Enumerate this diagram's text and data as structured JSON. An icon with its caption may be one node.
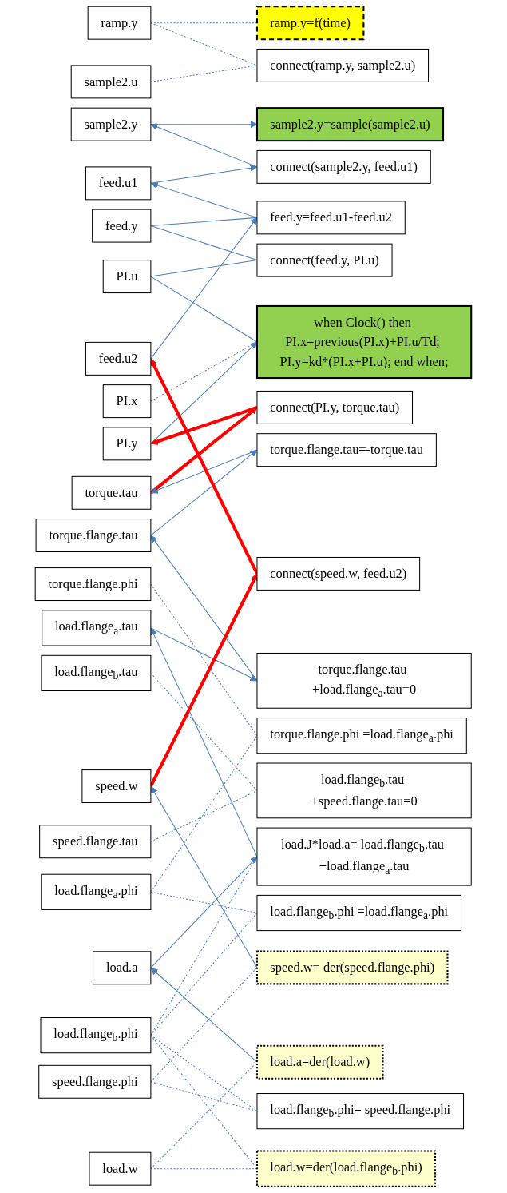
{
  "diagram": {
    "nodes": [
      {
        "text": [
          "ramp.y"
        ]
      },
      {
        "text": [
          "sample2.u"
        ]
      },
      {
        "text": [
          "sample2.y"
        ]
      },
      {
        "text": [
          "feed.u1"
        ]
      },
      {
        "text": [
          "feed.u2"
        ]
      },
      {
        "text": [
          "feed.y"
        ]
      },
      {
        "text": [
          "PI.u"
        ]
      },
      {
        "text": [
          "PI.x"
        ]
      },
      {
        "text": [
          "PI.y"
        ]
      },
      {
        "text": [
          "torque.tau"
        ]
      },
      {
        "text": [
          "torque.flange.tau"
        ]
      },
      {
        "text": [
          "torque.flange.phi"
        ]
      },
      {
        "text": [
          "load.flange$_{a}$.tau"
        ]
      },
      {
        "text": [
          "load.flange$_{a}$.phi"
        ]
      },
      {
        "text": [
          "load.flange$_{b}$.tau"
        ]
      },
      {
        "text": [
          "load.flange$_{b}$.phi"
        ]
      },
      {
        "text": [
          "load.w"
        ]
      },
      {
        "text": [
          "load.a"
        ]
      },
      {
        "text": [
          "speed.flange.tau"
        ]
      },
      {
        "text": [
          "speed.flange.phi"
        ]
      },
      {
        "text": [
          "speed.w"
        ]
      },
      {
        "text": [
          "ramp.y=f(time)"
        ]
      },
      {
        "text": [
          "connect(ramp.y, sample2.u)"
        ]
      },
      {
        "text": [
          "sample2.y=sample(sample2.u)"
        ]
      },
      {
        "text": [
          "connect(sample2.y, feed.u1)"
        ]
      },
      {
        "text": [
          "feed.y=feed.u1-feed.u2"
        ]
      },
      {
        "text": [
          "connect(feed.y, PI.u)"
        ]
      },
      {
        "text": [
          "when Clock() then PI.x=previous(PI.x)+PI.u/Td; PI.y=kd*(PI.x+PI.u); end when;"
        ]
      },
      {
        "text": [
          "connect(PI.y, torque.tau)"
        ]
      },
      {
        "text": [
          "torque.flange.tau=-torque.tau"
        ]
      },
      {
        "text": [
          "torque.flange.tau +load.flange$_{a}$.tau=0"
        ]
      },
      {
        "text": [
          "torque.flange.phi =load.flange$_{a}$.phi"
        ]
      },
      {
        "text": [
          "load.J*load.a= load.flange$_{b}$.tau +load.flange$_{a}$.tau"
        ]
      },
      {
        "text": [
          "load.flange$_{b}$.phi =load.flange$_{a}$.phi"
        ]
      },
      {
        "text": [
          "load.a=der(load.w)"
        ]
      },
      {
        "text": [
          "load.w=der(load.flange$_{b}$.phi)"
        ]
      },
      {
        "text": [
          "load.flange$_{b}$.tau +speed.flange.tau=0"
        ]
      },
      {
        "text": [
          "load.flange$_{b}$.phi= speed.flange.phi"
        ]
      },
      {
        "text": [
          "speed.w= der(speed.flange.phi)"
        ]
      },
      {
        "text": [
          "connect(speed.w, feed.u2)"
        ]
      }
    ],
    "edges": [
      {
        "from": 0,
        "to": 21,
        "arrow": "none",
        "style": "dashed"
      },
      {
        "from": 0,
        "to": 22,
        "arrow": "none",
        "style": "dashed"
      },
      {
        "from": 1,
        "to": 22,
        "arrow": "none",
        "style": "dashed"
      },
      {
        "from": 2,
        "to": 23,
        "arrow": "to"
      },
      {
        "from": 24,
        "to": 2,
        "arrow": "to"
      },
      {
        "from": 3,
        "to": 24,
        "arrow": "to"
      },
      {
        "from": 25,
        "to": 3,
        "arrow": "to"
      },
      {
        "from": 4,
        "to": 25,
        "arrow": "to"
      },
      {
        "from": 5,
        "to": 25,
        "arrow": "none"
      },
      {
        "from": 5,
        "to": 26,
        "arrow": "none"
      },
      {
        "from": 6,
        "to": 26,
        "arrow": "none"
      },
      {
        "from": 6,
        "to": 27,
        "arrow": "none"
      },
      {
        "from": 7,
        "to": 27,
        "arrow": "none",
        "style": "dashed"
      },
      {
        "from": 8,
        "to": 27,
        "arrow": "to"
      },
      {
        "from": 28,
        "to": 8,
        "arrow": "to",
        "style": "thick",
        "color": "#ff0000"
      },
      {
        "from": 9,
        "to": 28,
        "arrow": "to",
        "style": "thick",
        "color": "#ff0000"
      },
      {
        "from": 29,
        "to": 9,
        "arrow": "to"
      },
      {
        "from": 10,
        "to": 29,
        "arrow": "to"
      },
      {
        "from": 30,
        "to": 10,
        "arrow": "to"
      },
      {
        "from": 12,
        "to": 30,
        "arrow": "to"
      },
      {
        "from": 11,
        "to": 31,
        "arrow": "none",
        "style": "dashed"
      },
      {
        "from": 13,
        "to": 31,
        "arrow": "none",
        "style": "dashed"
      },
      {
        "from": 32,
        "to": 12,
        "arrow": "to"
      },
      {
        "from": 17,
        "to": 32,
        "arrow": "to"
      },
      {
        "from": 15,
        "to": 32,
        "arrow": "none",
        "style": "dashed"
      },
      {
        "from": 13,
        "to": 33,
        "arrow": "none",
        "style": "dashed"
      },
      {
        "from": 15,
        "to": 33,
        "arrow": "none",
        "style": "dashed"
      },
      {
        "from": 34,
        "to": 17,
        "arrow": "to"
      },
      {
        "from": 16,
        "to": 34,
        "arrow": "none",
        "style": "dashed"
      },
      {
        "from": 15,
        "to": 35,
        "arrow": "none",
        "style": "dashed"
      },
      {
        "from": 16,
        "to": 35,
        "arrow": "none",
        "style": "dashed"
      },
      {
        "from": 14,
        "to": 36,
        "arrow": "none",
        "style": "dashed"
      },
      {
        "from": 18,
        "to": 36,
        "arrow": "none",
        "style": "dashed"
      },
      {
        "from": 15,
        "to": 37,
        "arrow": "none",
        "style": "dashed"
      },
      {
        "from": 19,
        "to": 37,
        "arrow": "none",
        "style": "dashed"
      },
      {
        "from": 19,
        "to": 38,
        "arrow": "none",
        "style": "dashed"
      },
      {
        "from": 38,
        "to": 20,
        "arrow": "to"
      },
      {
        "from": 20,
        "to": 39,
        "arrow": "to",
        "style": "thick",
        "color": "#ff0000"
      },
      {
        "from": 39,
        "to": 4,
        "arrow": "to",
        "style": "thick",
        "color": "#ff0000"
      }
    ]
  }
}
